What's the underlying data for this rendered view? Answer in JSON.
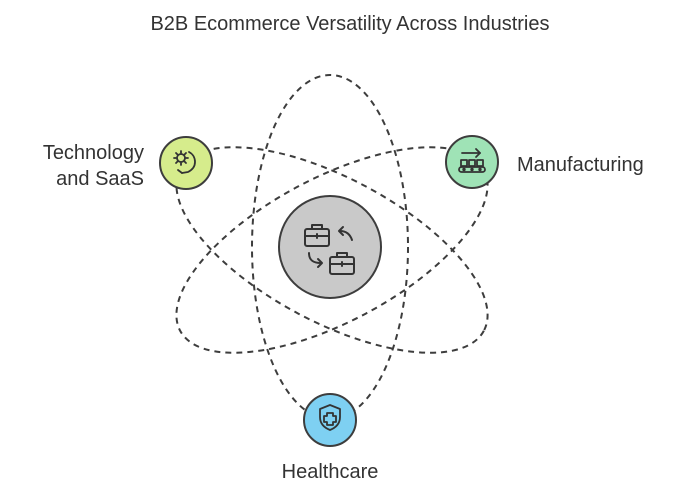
{
  "title": "B2B Ecommerce Versatility Across Industries",
  "center": {
    "icon": "briefcase-exchange-icon",
    "fill": "#c9c9c9"
  },
  "nodes": [
    {
      "id": "technology",
      "label_line1": "Technology",
      "label_line2": "and SaaS",
      "icon": "gear-hand-icon",
      "fill": "#d6ec8c"
    },
    {
      "id": "manufacturing",
      "label": "Manufacturing",
      "icon": "conveyor-belt-icon",
      "fill": "#9fe3b6"
    },
    {
      "id": "healthcare",
      "label": "Healthcare",
      "icon": "medical-shield-icon",
      "fill": "#7ed0f2"
    }
  ],
  "colors": {
    "stroke": "#3d3d3d",
    "text": "#333333"
  }
}
